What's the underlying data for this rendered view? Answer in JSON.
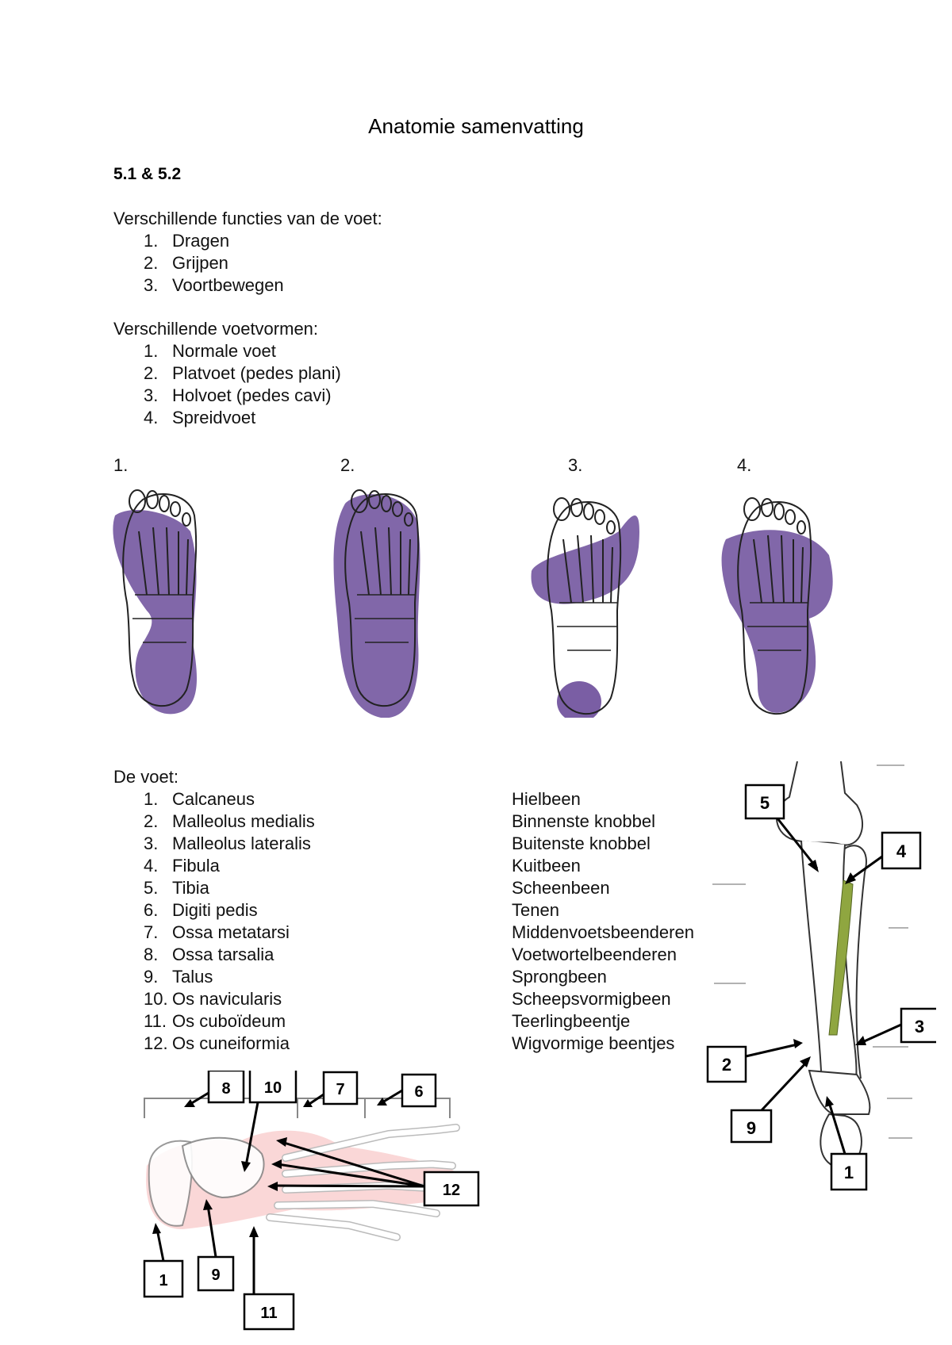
{
  "document": {
    "title": "Anatomie samenvatting",
    "section": "5.1 & 5.2"
  },
  "functions": {
    "heading": "Verschillende functies van de voet:",
    "items": [
      {
        "num": "1.",
        "text": "Dragen"
      },
      {
        "num": "2.",
        "text": "Grijpen"
      },
      {
        "num": "3.",
        "text": "Voortbewegen"
      }
    ]
  },
  "foot_shapes": {
    "heading": "Verschillende voetvormen:",
    "items": [
      {
        "num": "1.",
        "text": "Normale voet"
      },
      {
        "num": "2.",
        "text": "Platvoet (pedes plani)"
      },
      {
        "num": "3.",
        "text": "Holvoet (pedes cavi)"
      },
      {
        "num": "4.",
        "text": "Spreidvoet"
      }
    ],
    "figure_labels": [
      "1.",
      "2.",
      "3.",
      "4."
    ],
    "highlight_color": "#6b4c9a"
  },
  "foot_bones": {
    "heading": "De voet:",
    "items": [
      {
        "num": "1.",
        "latin": "Calcaneus",
        "dutch": "Hielbeen"
      },
      {
        "num": "2.",
        "latin": "Malleolus medialis",
        "dutch": "Binnenste knobbel"
      },
      {
        "num": "3.",
        "latin": "Malleolus lateralis",
        "dutch": "Buitenste knobbel"
      },
      {
        "num": "4.",
        "latin": "Fibula",
        "dutch": "Kuitbeen"
      },
      {
        "num": "5.",
        "latin": "Tibia",
        "dutch": "Scheenbeen"
      },
      {
        "num": "6.",
        "latin": "Digiti pedis",
        "dutch": "Tenen"
      },
      {
        "num": "7.",
        "latin": "Ossa metatarsi",
        "dutch": "Middenvoetsbeenderen"
      },
      {
        "num": "8.",
        "latin": "Ossa tarsalia",
        "dutch": "Voetwortelbeenderen"
      },
      {
        "num": "9.",
        "latin": "Talus",
        "dutch": "Sprongbeen"
      },
      {
        "num": "10.",
        "latin": "Os navicularis",
        "dutch": "Scheepsvormigbeen"
      },
      {
        "num": "11.",
        "latin": "Os cuboïdeum",
        "dutch": "Teerlingbeentje"
      },
      {
        "num": "12.",
        "latin": "Os cuneiformia",
        "dutch": "Wigvormige beentjes"
      }
    ]
  },
  "foot_diagram_labels": {
    "l8": "8",
    "l10": "10",
    "l7": "7",
    "l6": "6",
    "l12": "12",
    "l1": "1",
    "l9": "9",
    "l11": "11",
    "bone_tint": "#f4a7a7"
  },
  "leg_diagram_labels": {
    "l5": "5",
    "l4": "4",
    "l3": "3",
    "l2": "2",
    "l9": "9",
    "l1": "1",
    "fibula_color": "#8fa640"
  }
}
